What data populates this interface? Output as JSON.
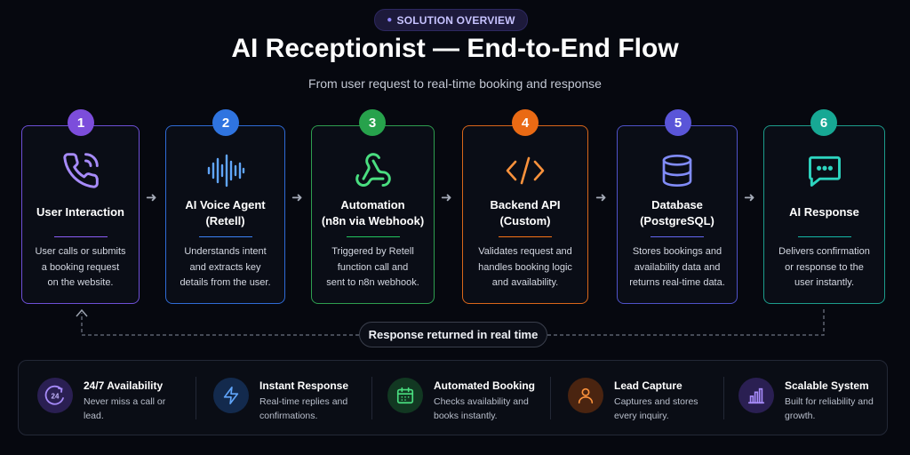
{
  "header": {
    "badge": "SOLUTION OVERVIEW",
    "title": "AI Receptionist — End-to-End Flow",
    "subtitle": "From user request to real-time booking and response"
  },
  "steps": [
    {
      "number": "1",
      "title": "User Interaction",
      "title2": "",
      "desc": [
        "User calls or submits",
        "a booking request",
        "on the website."
      ],
      "color": "#8b5cf6",
      "icon": "phone-icon"
    },
    {
      "number": "2",
      "title": "AI Voice Agent",
      "title2": "(Retell)",
      "desc": [
        "Understands intent",
        "and extracts key",
        "details from the user."
      ],
      "color": "#3b82f6",
      "icon": "waveform-icon"
    },
    {
      "number": "3",
      "title": "Automation",
      "title2": "(n8n via Webhook)",
      "desc": [
        "Triggered by Retell",
        "function call and",
        "sent to n8n webhook."
      ],
      "color": "#22c55e",
      "icon": "webhook-icon"
    },
    {
      "number": "4",
      "title": "Backend API",
      "title2": "(Custom)",
      "desc": [
        "Validates request and",
        "handles booking logic",
        "and availability."
      ],
      "color": "#f97316",
      "icon": "code-icon"
    },
    {
      "number": "5",
      "title": "Database",
      "title2": "(PostgreSQL)",
      "desc": [
        "Stores bookings and",
        "availability data and",
        "returns real-time data."
      ],
      "color": "#6366f1",
      "icon": "database-icon"
    },
    {
      "number": "6",
      "title": "AI Response",
      "title2": "",
      "desc": [
        "Delivers confirmation",
        "or response to the",
        "user instantly."
      ],
      "color": "#14b8a6",
      "icon": "chat-icon"
    }
  ],
  "return_label": "Response returned in real time",
  "features": [
    {
      "title": "24/7 Availability",
      "desc": "Never miss a call or lead.",
      "icon": "clock-24-icon",
      "color": "#8b5cf6"
    },
    {
      "title": "Instant Response",
      "desc": "Real-time replies and confirmations.",
      "icon": "lightning-icon",
      "color": "#3b82f6"
    },
    {
      "title": "Automated Booking",
      "desc": "Checks availability and books instantly.",
      "icon": "calendar-icon",
      "color": "#22c55e"
    },
    {
      "title": "Lead Capture",
      "desc": "Captures and stores every inquiry.",
      "icon": "user-icon",
      "color": "#f97316"
    },
    {
      "title": "Scalable System",
      "desc": "Built for reliability and growth.",
      "icon": "bar-chart-icon",
      "color": "#8b5cf6"
    }
  ]
}
